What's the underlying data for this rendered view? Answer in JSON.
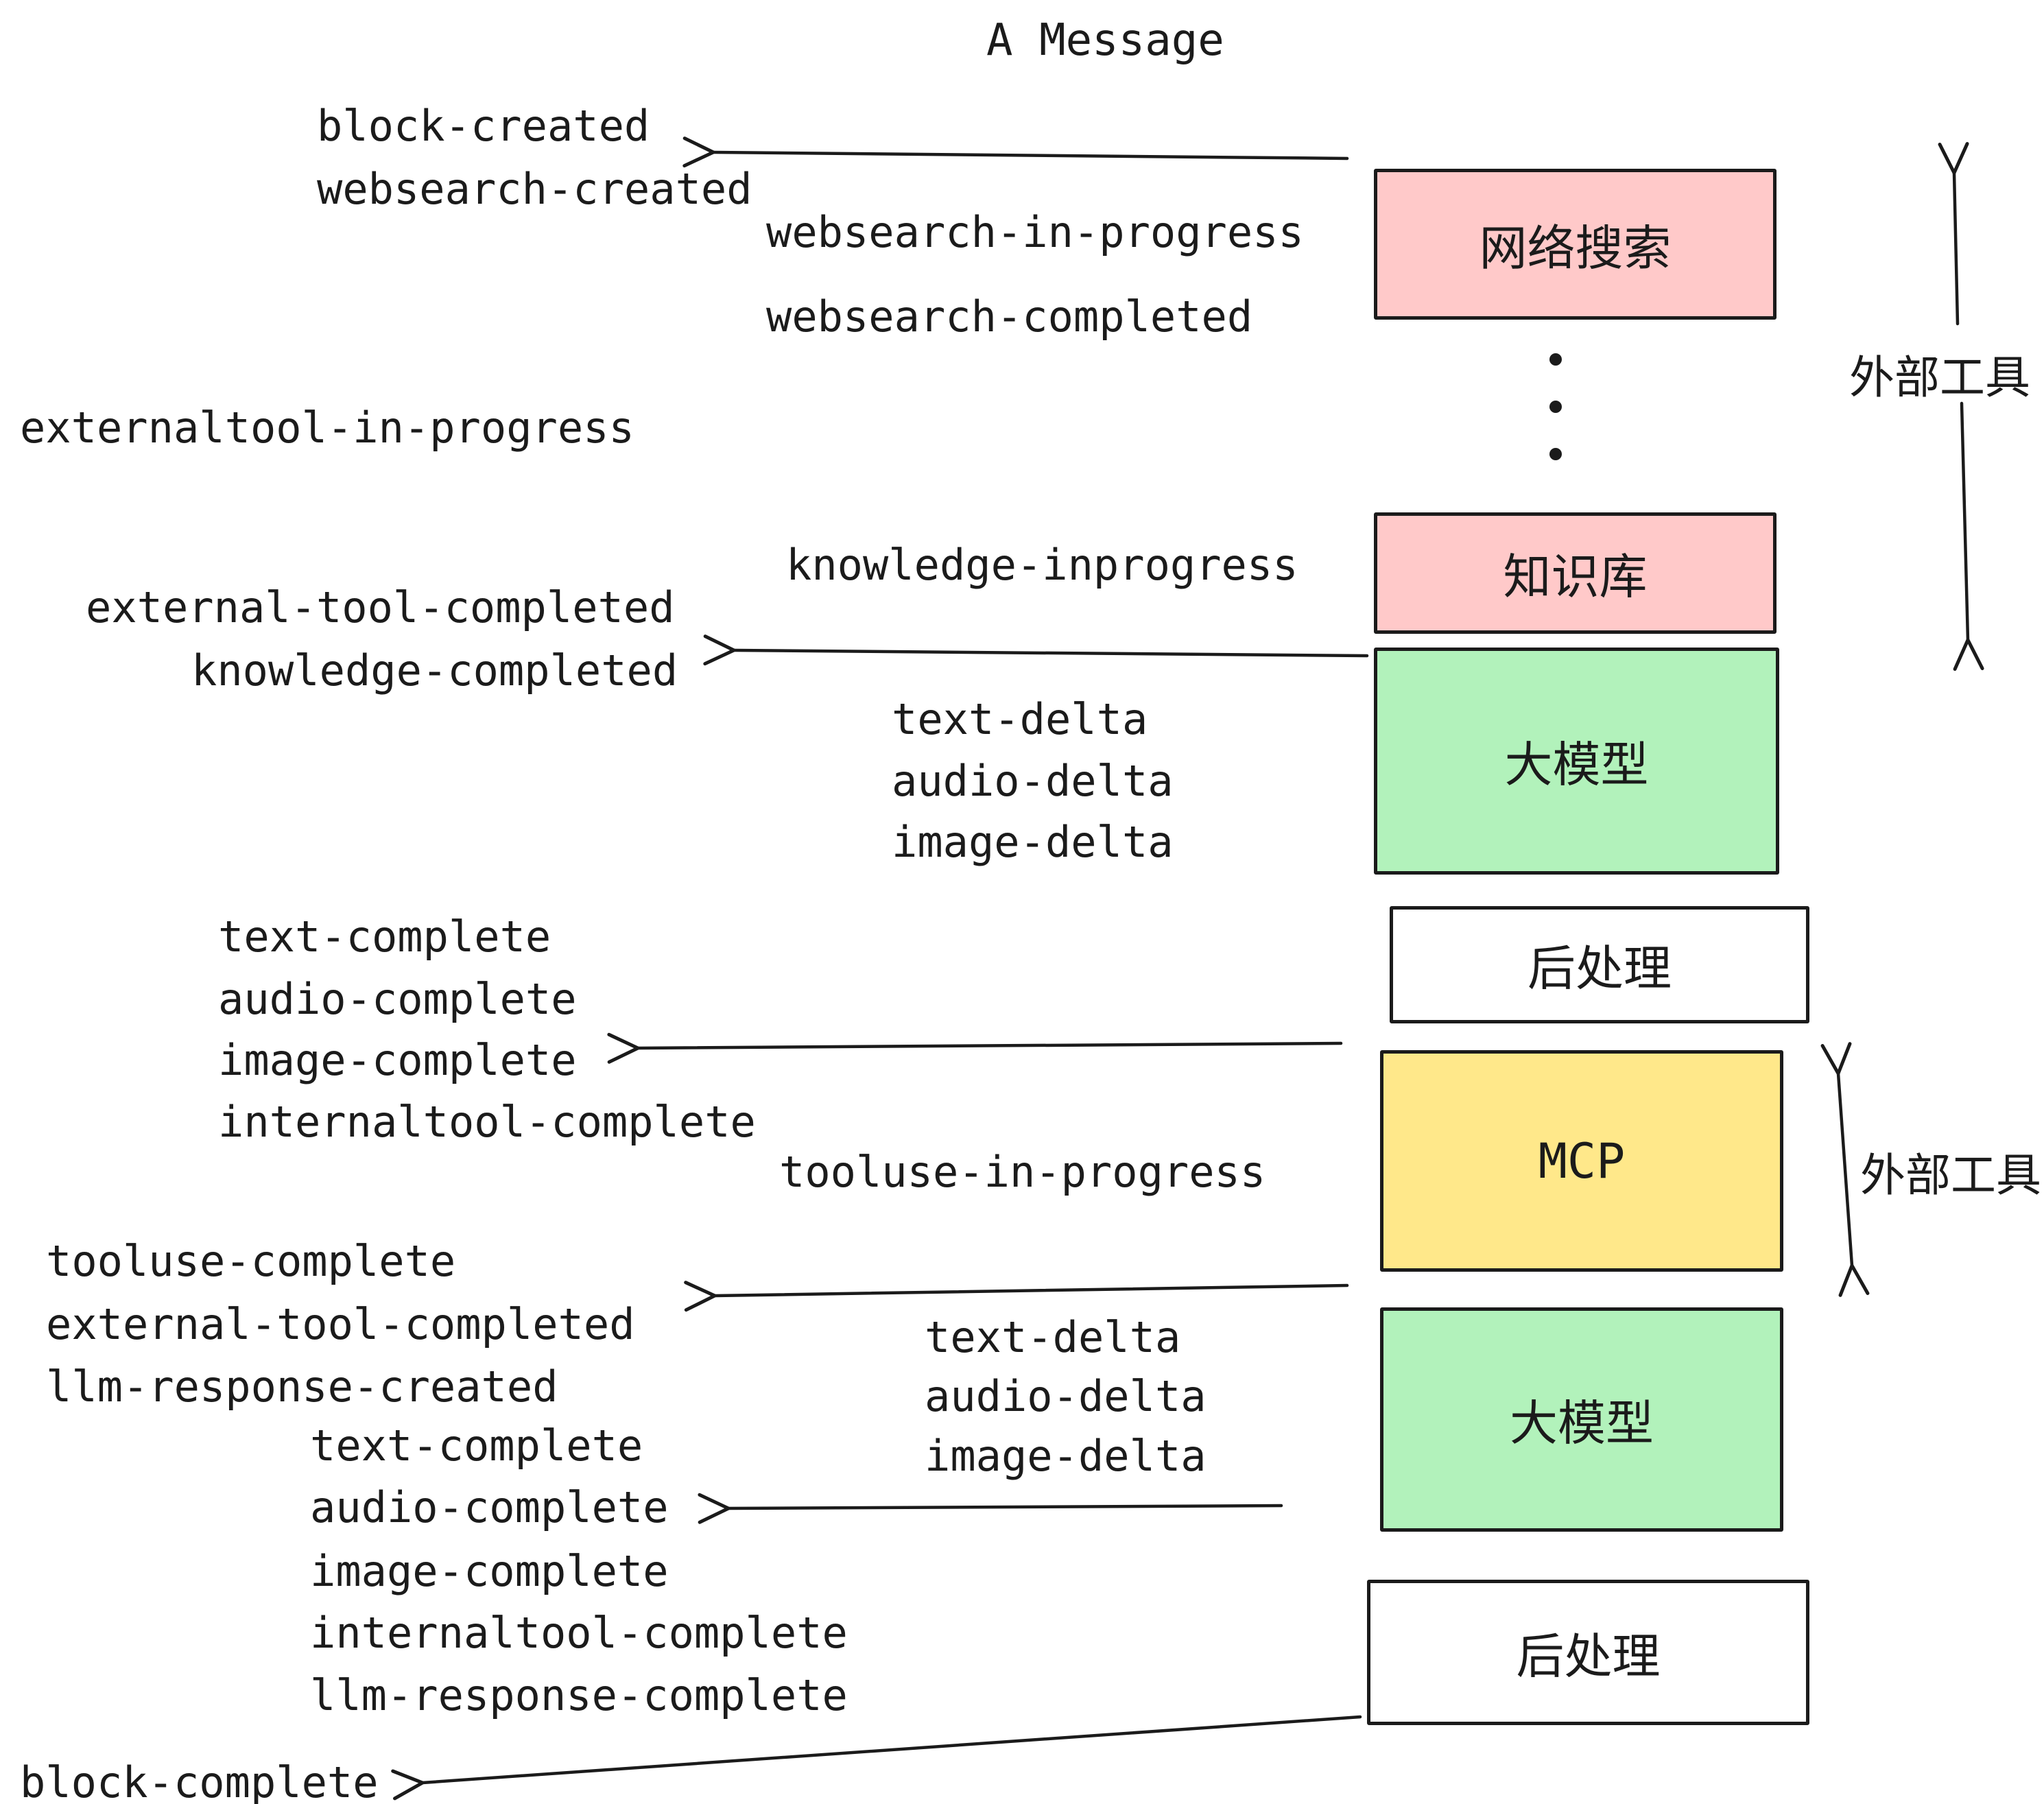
{
  "title": "A Message",
  "events": {
    "block_created": "block-created",
    "websearch_created": "websearch-created",
    "websearch_in_progress": "websearch-in-progress",
    "websearch_completed": "websearch-completed",
    "externaltool_in_progress": "externaltool-in-progress",
    "knowledge_inprogress": "knowledge-inprogress",
    "external_tool_completed": "external-tool-completed",
    "knowledge_completed": "knowledge-completed",
    "text_delta": "text-delta",
    "audio_delta": "audio-delta",
    "image_delta": "image-delta",
    "text_complete": "text-complete",
    "audio_complete": "audio-complete",
    "image_complete": "image-complete",
    "internaltool_complete": "internaltool-complete",
    "tooluse_in_progress": "tooluse-in-progress",
    "tooluse_complete": "tooluse-complete",
    "llm_response_created": "llm-response-created",
    "llm_response_complete": "llm-response-complete",
    "block_complete": "block-complete"
  },
  "nodes": {
    "websearch": {
      "label": "网络搜索",
      "color": "#ffc9c9"
    },
    "knowledge": {
      "label": "知识库",
      "color": "#ffc9c9"
    },
    "llm_top": {
      "label": "大模型",
      "color": "#b2f2bb"
    },
    "post_top": {
      "label": "后处理",
      "color": "#ffffff"
    },
    "mcp": {
      "label": "MCP",
      "color": "#ffe88a"
    },
    "llm_bottom": {
      "label": "大模型",
      "color": "#b2f2bb"
    },
    "post_bottom": {
      "label": "后处理",
      "color": "#ffffff"
    }
  },
  "annotations": {
    "external_tools_top": "外部工具",
    "external_tools_bottom": "外部工具"
  },
  "colors": {
    "ink": "#1b1b1b",
    "pink": "#ffc9c9",
    "green": "#b2f2bb",
    "yellow": "#ffe88a",
    "background": "#ffffff"
  }
}
